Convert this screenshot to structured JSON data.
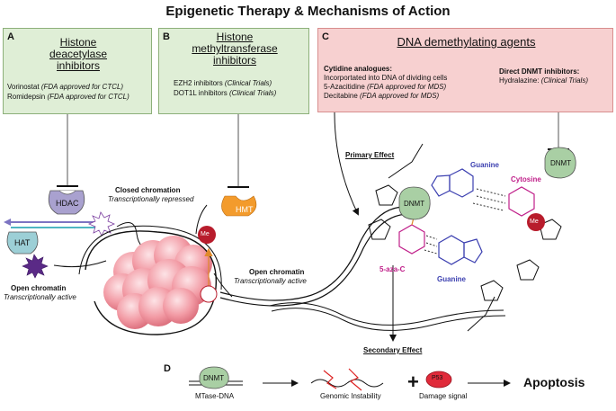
{
  "title": "Epigenetic Therapy & Mechanisms of Action",
  "panelA": {
    "label": "A",
    "title_line1": "Histone",
    "title_line2": "deacetylase",
    "title_line3": "inhibitors",
    "drug1": "Vorinostat",
    "drug1_note": "(FDA approved for CTCL)",
    "drug2": "Romidepsin",
    "drug2_note": "(FDA approved for CTCL)"
  },
  "panelB": {
    "label": "B",
    "title_line1": "Histone",
    "title_line2": "methyltransferase",
    "title_line3": "inhibitors",
    "drug1": "EZH2 inhibitors",
    "drug1_note": "(Clinical Trials)",
    "drug2": "DOT1L inhibitors",
    "drug2_note": "(Clinical Trials)"
  },
  "panelC": {
    "label": "C",
    "title": "DNA demethylating agents",
    "cytidine_header": "Cytidine analogues:",
    "cytidine_line1": "Incorportated into DNA of dividing cells",
    "drug1": "5-Azacitidine",
    "drug1_note": "(FDA approved for MDS)",
    "drug2": "Decitabine",
    "drug2_note": "(FDA approved for MDS)",
    "direct_header": "Direct DNMT inhibitors:",
    "direct_drug": "Hydralazine:",
    "direct_note": "(Clinical Trials)"
  },
  "panelD": {
    "label": "D",
    "mtase": "MTase-DNA",
    "genomic": "Genomic Instability",
    "damage": "Damage signal",
    "plus": "+",
    "apoptosis": "Apoptosis",
    "p53": "P53"
  },
  "labels": {
    "hdac": "HDAC",
    "hat": "HAT",
    "hmt": "HMT",
    "me": "Me",
    "dnmt": "DNMT",
    "closed_title": "Closed chromation",
    "closed_sub": "Transcriptionally repressed",
    "open_left_title": "Open chromatin",
    "open_left_sub": "Transcriptionally active",
    "open_mid_title": "Open chromatin",
    "open_mid_sub": "Transcriptionally active",
    "primary": "Primary Effect",
    "secondary": "Secondary Effect",
    "guanine_top": "Guanine",
    "guanine_bottom": "Guanine",
    "cytosine": "Cytosine",
    "aza": "5-aza-C"
  },
  "colors": {
    "green_panel": "#dfeed6",
    "pink_panel": "#f7d0d0",
    "blue_panel": "#e6ecf8",
    "hdac": "#a9a1cf",
    "hat": "#9ccfd6",
    "hmt": "#f39b2c",
    "dnmt": "#a9cfa4",
    "me": "#b81c2c",
    "histone": "#f29aa4",
    "purple_base": "#3b3fb0",
    "magenta_base": "#c0208a"
  }
}
